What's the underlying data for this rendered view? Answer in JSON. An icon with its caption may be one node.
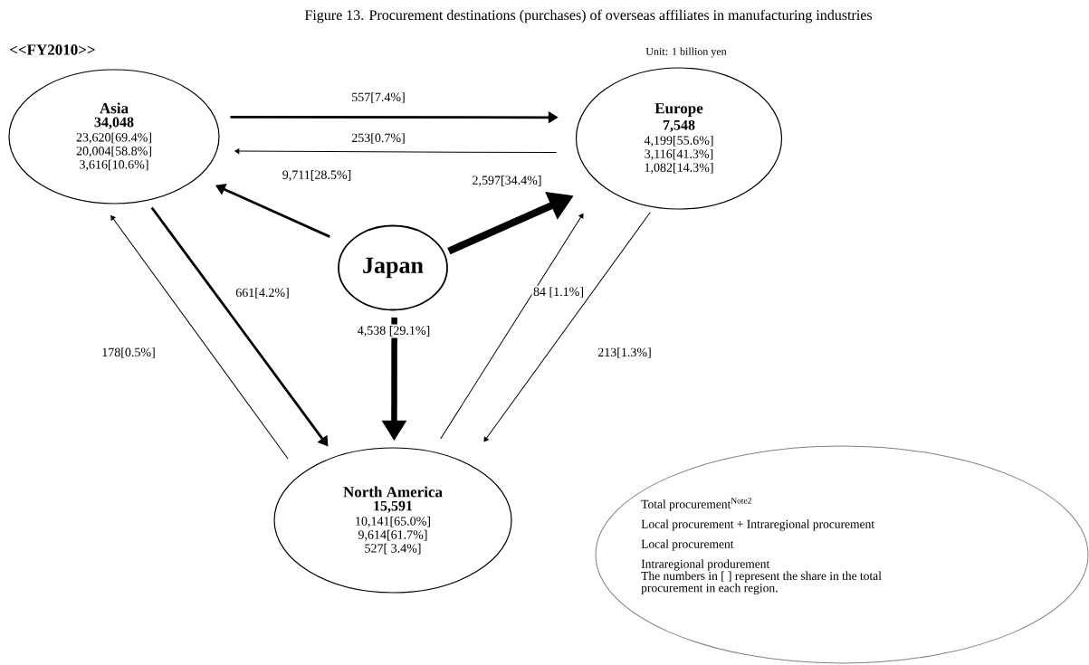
{
  "diagram": {
    "title": "Figure 13. Procurement destinations (purchases) of overseas affiliates in manufacturing industries",
    "nodes": [
      {
        "text": [
          "Asia",
          "34,048",
          "23,620[69.4%]",
          "20,004[58.8%]",
          "3,616[10.6%]"
        ]
      },
      {
        "text": [
          "Europe",
          "7,548",
          "4,199[55.6%]",
          "3,116[41.3%]",
          "1,082[14.3%]"
        ]
      },
      {
        "text": [
          "Japan"
        ]
      },
      {
        "text": [
          "North America",
          "15,591",
          "10,141[65.0%]",
          "9,614[61.7%]",
          "527[ 3.4%]"
        ]
      },
      {
        "text": [
          "Total procurement$^{Note2}$",
          "Local procurement + Intraregional procurement",
          "Local procurement",
          "Intraregional produrement",
          "The numbers in [ ] represent the share in the total procurement in each region."
        ]
      }
    ],
    "edges": [
      {
        "from": 0,
        "to": 1,
        "arrow": "to",
        "label": "557[7.4%]"
      },
      {
        "from": 1,
        "to": 0,
        "arrow": "to",
        "label": "253[0.7%]"
      },
      {
        "from": 2,
        "to": 0,
        "arrow": "to",
        "label": "9,711[28.5%]"
      },
      {
        "from": 2,
        "to": 1,
        "arrow": "to",
        "label": "2,597[34.4%]",
        "style": "thick"
      },
      {
        "from": 0,
        "to": 3,
        "arrow": "to",
        "label": "661[4.2%]"
      },
      {
        "from": 3,
        "to": 0,
        "arrow": "to",
        "label": "178[0.5%]"
      },
      {
        "from": 2,
        "to": 3,
        "arrow": "to",
        "label": "4,538 [29.1%]",
        "style": "thick"
      },
      {
        "from": 3,
        "to": 1,
        "arrow": "to",
        "label": "84 [1.1%]"
      },
      {
        "from": 1,
        "to": 3,
        "arrow": "to",
        "label": "213[1.3%]"
      }
    ],
    "labels": [
      "<<FY2010>>",
      "Unit: 1 billion yen"
    ]
  }
}
